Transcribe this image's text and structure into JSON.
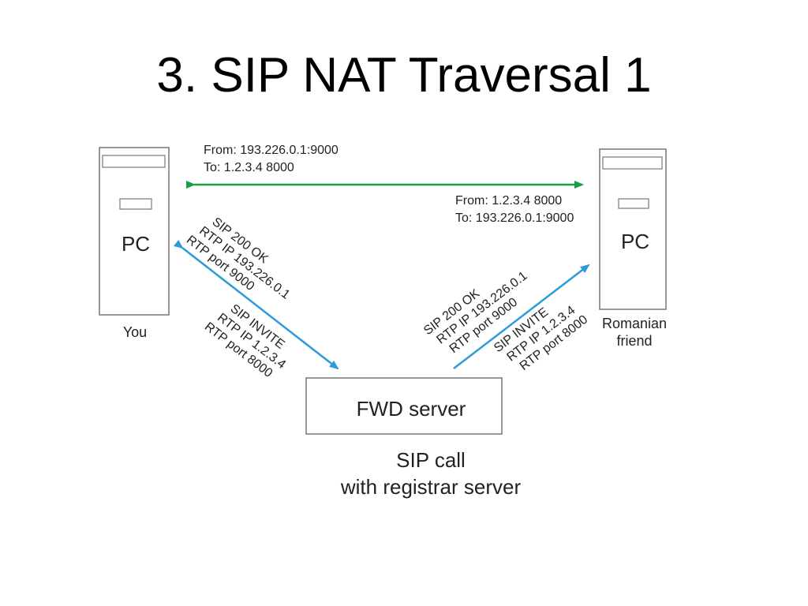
{
  "slide": {
    "title": "3. SIP NAT Traversal 1"
  },
  "colors": {
    "green_arrow": "#1a9d47",
    "blue_arrow": "#2d9ad9",
    "box_stroke": "#777777",
    "text": "#222222"
  },
  "nodes": {
    "you_pc": {
      "label": "PC",
      "caption": "You"
    },
    "friend_pc": {
      "label": "PC",
      "caption_line1": "Romanian",
      "caption_line2": "friend"
    },
    "fwd_server": {
      "label": "FWD server",
      "caption_line1": "SIP call",
      "caption_line2": "with registrar server"
    }
  },
  "labels": {
    "top_left_from": "From: 193.226.0.1:9000",
    "top_left_to": "To: 1.2.3.4 8000",
    "top_right_from": "From: 1.2.3.4 8000",
    "top_right_to": "To: 193.226.0.1:9000",
    "left_ok_1": "SIP 200 OK",
    "left_ok_2": "RTP IP 193.226.0.1",
    "left_ok_3": "RTP port 9000",
    "left_inv_1": "SIP INVITE",
    "left_inv_2": "RTP IP 1.2.3.4",
    "left_inv_3": "RTP port 8000",
    "right_ok_1": "SIP 200 OK",
    "right_ok_2": "RTP IP 193.226.0.1",
    "right_ok_3": "RTP port 9000",
    "right_inv_1": "SIP INVITE",
    "right_inv_2": "RTP IP 1.2.3.4",
    "right_inv_3": "RTP port 8000"
  }
}
